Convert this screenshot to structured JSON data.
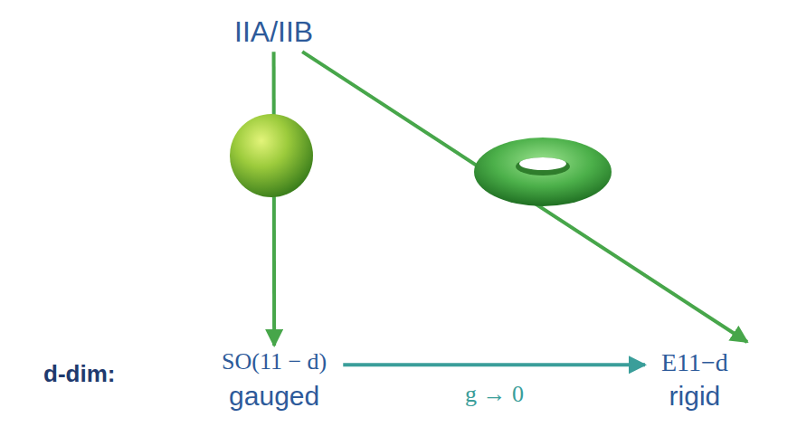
{
  "diagram": {
    "nodes": [
      {
        "text": [
          "IIA/IIB"
        ]
      },
      {
        "text": [
          "SO(11 − d)",
          "gauged"
        ]
      },
      {
        "text": [
          "E11−d",
          "rigid"
        ]
      }
    ],
    "edges": [
      {
        "from": 0,
        "to": 1,
        "arrow": "to"
      },
      {
        "from": 0,
        "to": 2,
        "arrow": "to"
      },
      {
        "from": 1,
        "to": 2,
        "arrow": "to",
        "label": "g → 0"
      }
    ],
    "labels": [
      "d-dim:"
    ]
  }
}
